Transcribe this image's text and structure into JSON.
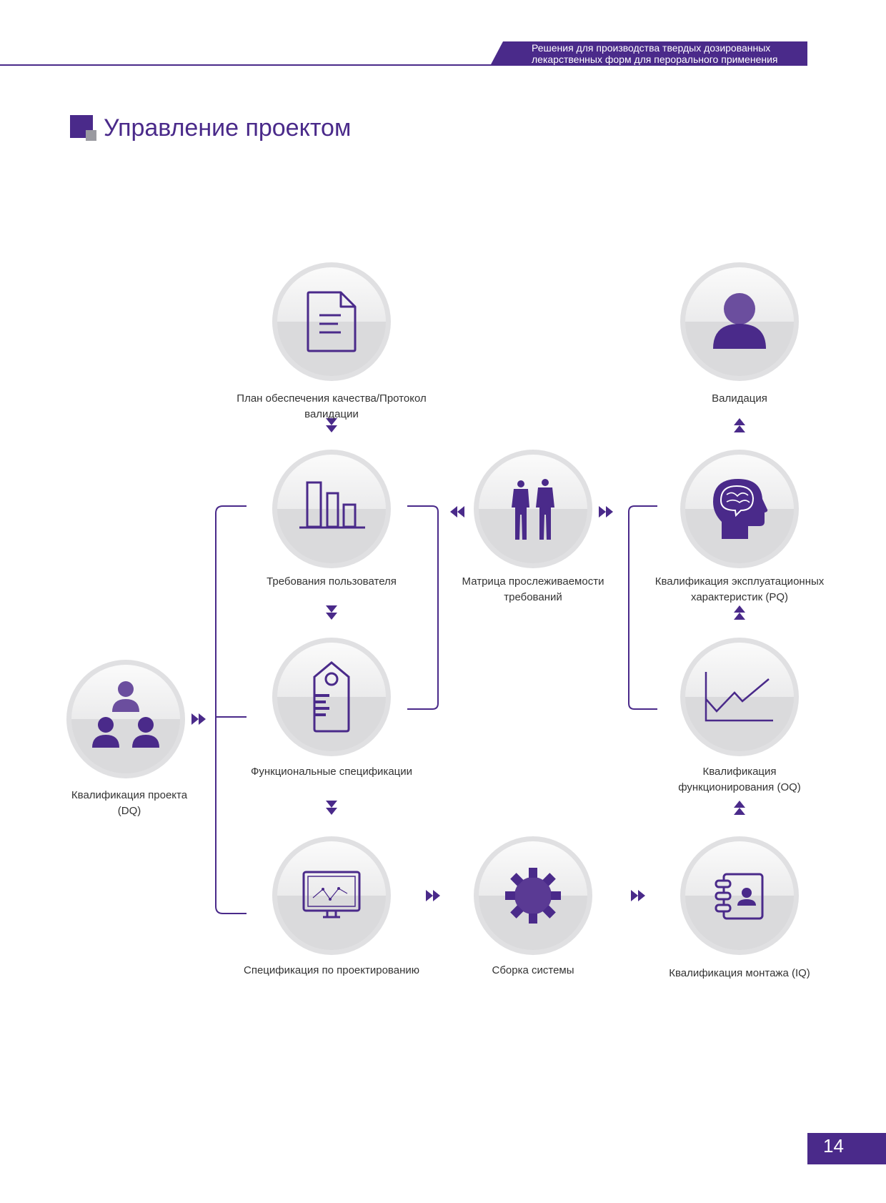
{
  "header": {
    "line1": "Решения для производства твердых дозированных",
    "line2": "лекарственных форм для перорального применения"
  },
  "page_title": "Управление проектом",
  "colors": {
    "accent": "#4a2a8a",
    "circle_top": "#f2f2f3",
    "circle_bottom": "#d9d9db",
    "circle_rim": "#dcdcde"
  },
  "nodes": {
    "qa_plan": {
      "label": "План обеспечения качества/Протокол валидации",
      "icon": "document-icon"
    },
    "validation": {
      "label": "Валидация",
      "icon": "person-icon"
    },
    "user_req": {
      "label": "Требования пользователя",
      "icon": "bar-chart-icon"
    },
    "trace_matrix": {
      "label_line1": "Матрица прослеживаемости",
      "label_line2": "требований",
      "icon": "people-icon"
    },
    "pq": {
      "label_line1": "Квалификация эксплуатационных",
      "label_line2": "характеристик (PQ)",
      "icon": "brain-head-icon"
    },
    "func_spec": {
      "label": "Функциональные спецификации",
      "icon": "tag-icon"
    },
    "oq": {
      "label_line1": "Квалификация",
      "label_line2": "функционирования (OQ)",
      "icon": "line-chart-icon"
    },
    "dq": {
      "label_line1": "Квалификация проекта",
      "label_line2": "(DQ)",
      "icon": "team-icon"
    },
    "design_spec": {
      "label": "Спецификация по проектированию",
      "icon": "monitor-icon"
    },
    "assembly": {
      "label": "Сборка системы",
      "icon": "gear-icon"
    },
    "iq": {
      "label": "Квалификация монтажа (IQ)",
      "icon": "contact-book-icon"
    }
  },
  "page_number": "14"
}
